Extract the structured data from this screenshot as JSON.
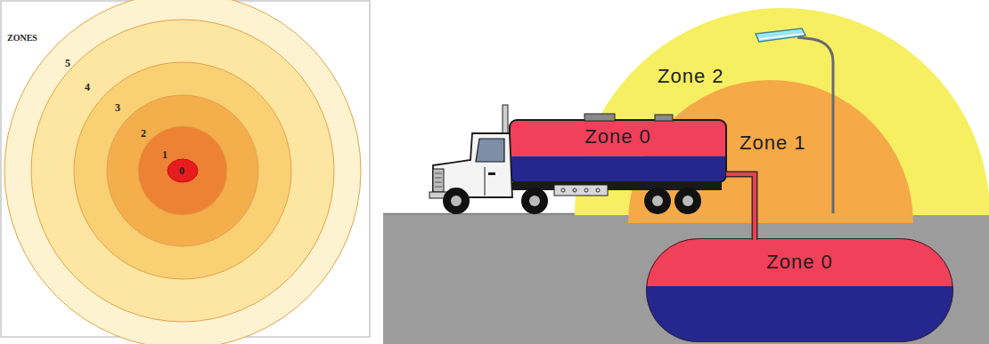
{
  "diagram": {
    "nodes": [
      {
        "text": [
          "Zone 2"
        ]
      },
      {
        "text": [
          "Zone 0"
        ]
      },
      {
        "text": [
          "Zone 1"
        ],
        "in": 0
      },
      {
        "text": [
          "Zone 0"
        ]
      }
    ],
    "edges": [
      {
        "from": 1,
        "to": 3,
        "arrow": "none"
      }
    ],
    "labels": [
      "ZONES",
      "5",
      "4",
      "3",
      "2",
      "1",
      "0"
    ]
  }
}
